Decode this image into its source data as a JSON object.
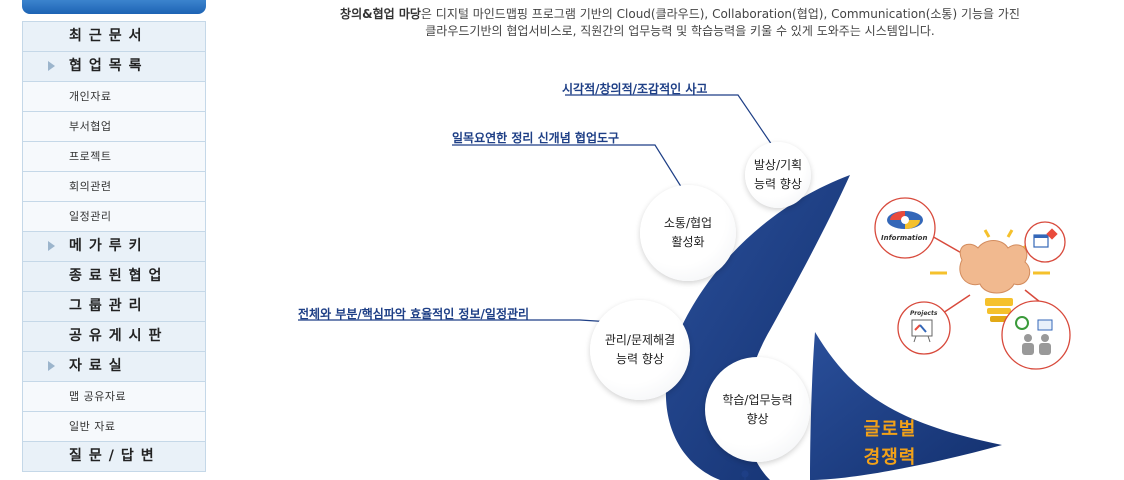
{
  "sidebar": {
    "items": [
      {
        "label": "최근문서",
        "type": "main",
        "arrow": false
      },
      {
        "label": "협업목록",
        "type": "main",
        "arrow": true
      },
      {
        "label": "개인자료",
        "type": "sub",
        "arrow": false
      },
      {
        "label": "부서협업",
        "type": "sub",
        "arrow": false
      },
      {
        "label": "프로젝트",
        "type": "sub",
        "arrow": false
      },
      {
        "label": "회의관련",
        "type": "sub",
        "arrow": false
      },
      {
        "label": "일정관리",
        "type": "sub",
        "arrow": false
      },
      {
        "label": "메가루키",
        "type": "main",
        "arrow": true
      },
      {
        "label": "종료된협업",
        "type": "main",
        "arrow": false
      },
      {
        "label": "그룹관리",
        "type": "main",
        "arrow": false
      },
      {
        "label": "공유게시판",
        "type": "main",
        "arrow": false
      },
      {
        "label": "자료실",
        "type": "main",
        "arrow": true
      },
      {
        "label": "맵 공유자료",
        "type": "sub",
        "arrow": false
      },
      {
        "label": "일반 자료",
        "type": "sub",
        "arrow": false
      },
      {
        "label": "질문/답변",
        "type": "main",
        "arrow": false
      }
    ]
  },
  "intro": {
    "brand": "창의&협업 마당",
    "line1": "은 디지털 마인드맵핑 프로그램 기반의 Cloud(클라우드), Collaboration(협업), Communication(소통) 기능을 가진",
    "line2": "클라우드기반의 협업서비스로, 직원간의 업무능력 및 학습능력을 키울 수 있게 도와주는 시스템입니다."
  },
  "diagram": {
    "callouts": [
      {
        "id": "c1",
        "text": "시각적/창의적/조감적인 사고"
      },
      {
        "id": "c2",
        "text": "일목요연한 정리 신개념 협업도구"
      },
      {
        "id": "c3",
        "text": "전체와 부분/핵심파악 효율적인 정보/일정관리"
      }
    ],
    "circles": [
      {
        "id": "idea",
        "text": "발상/기획\n능력 향상"
      },
      {
        "id": "comm",
        "text": "소통/협업\n활성화"
      },
      {
        "id": "mgmt",
        "text": "관리/문제해결\n능력 향상"
      },
      {
        "id": "learn",
        "text": "학습/업무능력\n향상"
      }
    ],
    "global": {
      "line1": "글로벌",
      "line2": "경쟁력"
    },
    "icons": {
      "information": "Information",
      "projects": "Projects"
    },
    "colors": {
      "arc": "#1b3c84",
      "bulb": "#f5c12c",
      "global": "#f2a118"
    }
  }
}
